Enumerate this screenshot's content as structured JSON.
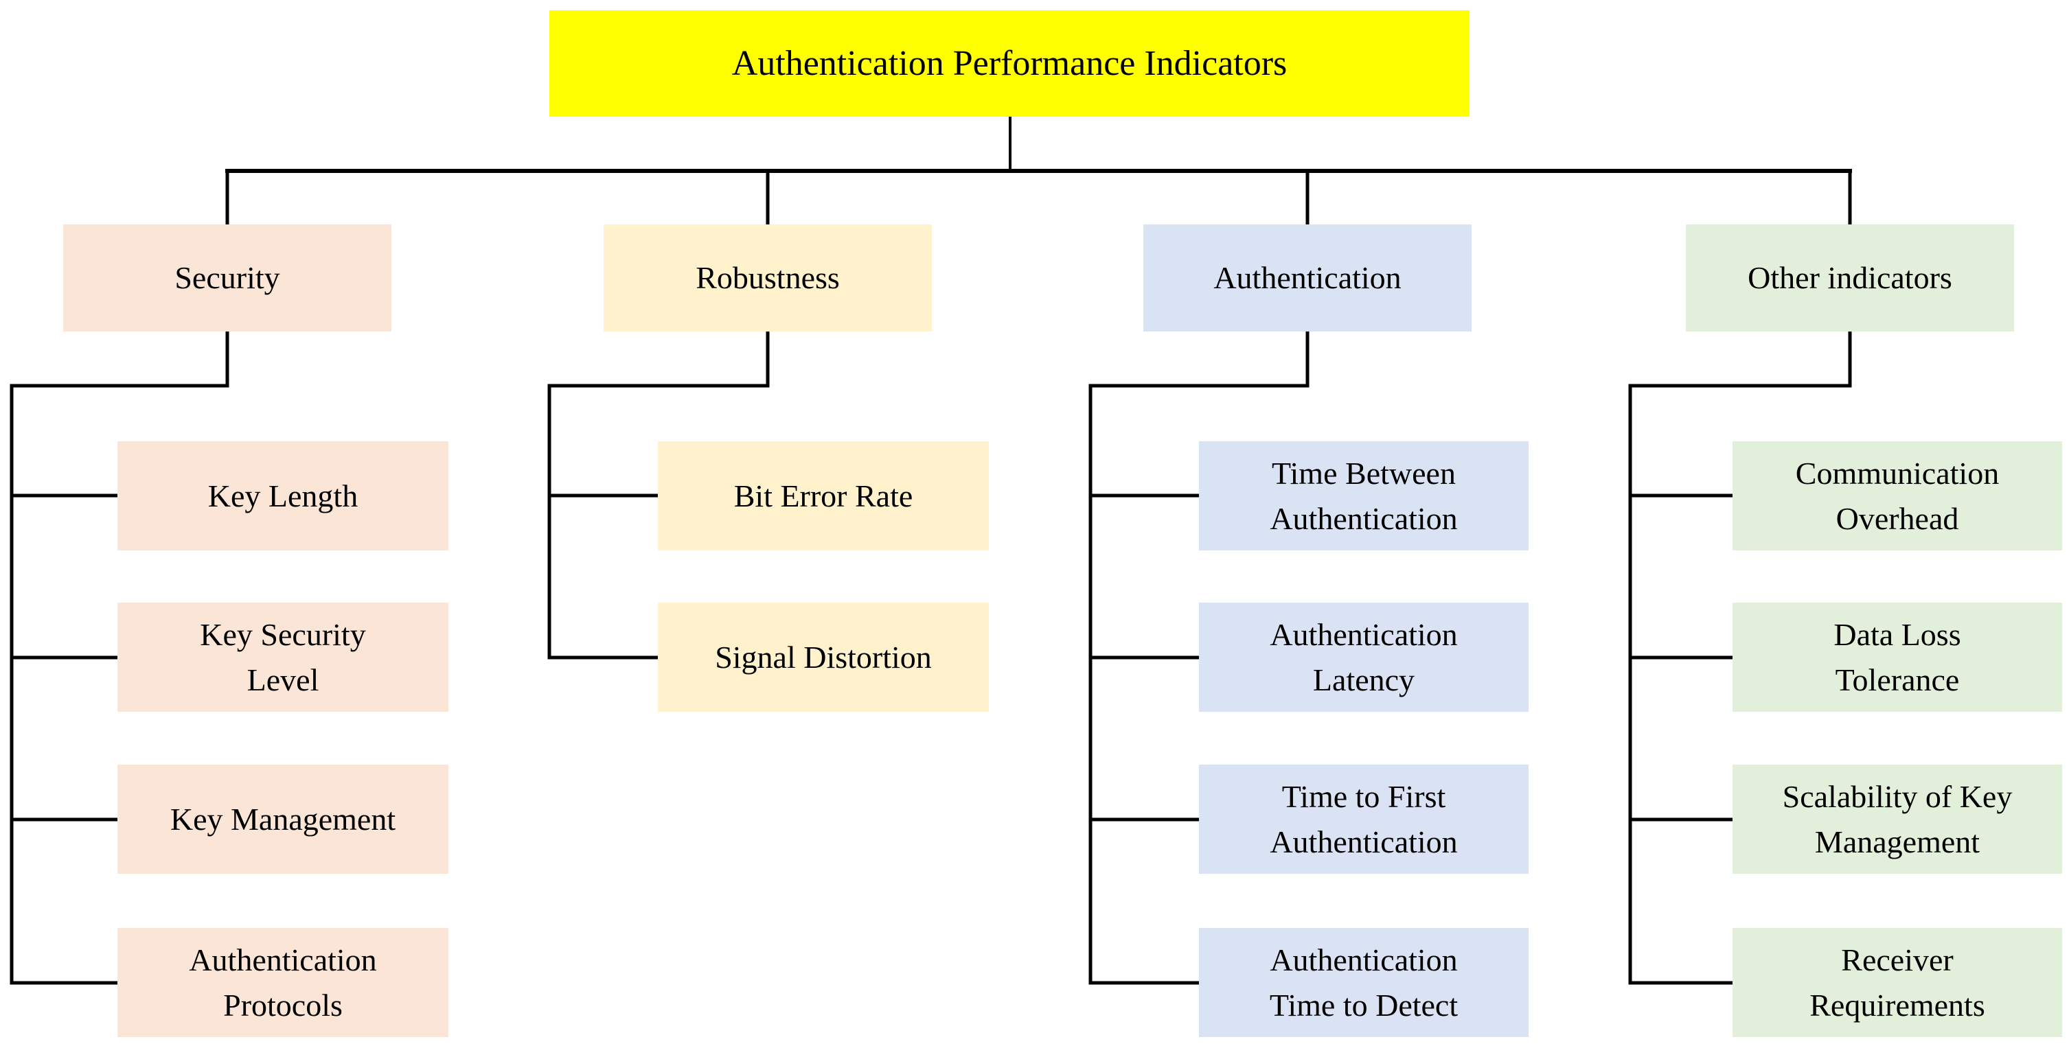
{
  "title": {
    "label": "Authentication Performance Indicators"
  },
  "colors": {
    "title": "#FFFF00",
    "security": "#FBE5D6",
    "robustness": "#FFF2CC",
    "authentication": "#DAE3F3",
    "other": "#E2EFDA",
    "line": "#000000",
    "text": "#000000",
    "background": "#FFFFFF"
  },
  "branches": [
    {
      "label": "Security",
      "children": [
        {
          "label": "Key Length"
        },
        {
          "label": "Key Security\nLevel"
        },
        {
          "label": "Key Management"
        },
        {
          "label": "Authentication\nProtocols"
        }
      ]
    },
    {
      "label": "Robustness",
      "children": [
        {
          "label": "Bit Error Rate"
        },
        {
          "label": "Signal Distortion"
        }
      ]
    },
    {
      "label": "Authentication",
      "children": [
        {
          "label": "Time Between\nAuthentication"
        },
        {
          "label": "Authentication\nLatency"
        },
        {
          "label": "Time to First\nAuthentication"
        },
        {
          "label": "Authentication\nTime to Detect"
        }
      ]
    },
    {
      "label": "Other indicators",
      "children": [
        {
          "label": "Communication\nOverhead"
        },
        {
          "label": "Data Loss\nTolerance"
        },
        {
          "label": "Scalability of Key\nManagement"
        },
        {
          "label": "Receiver\nRequirements"
        }
      ]
    }
  ]
}
